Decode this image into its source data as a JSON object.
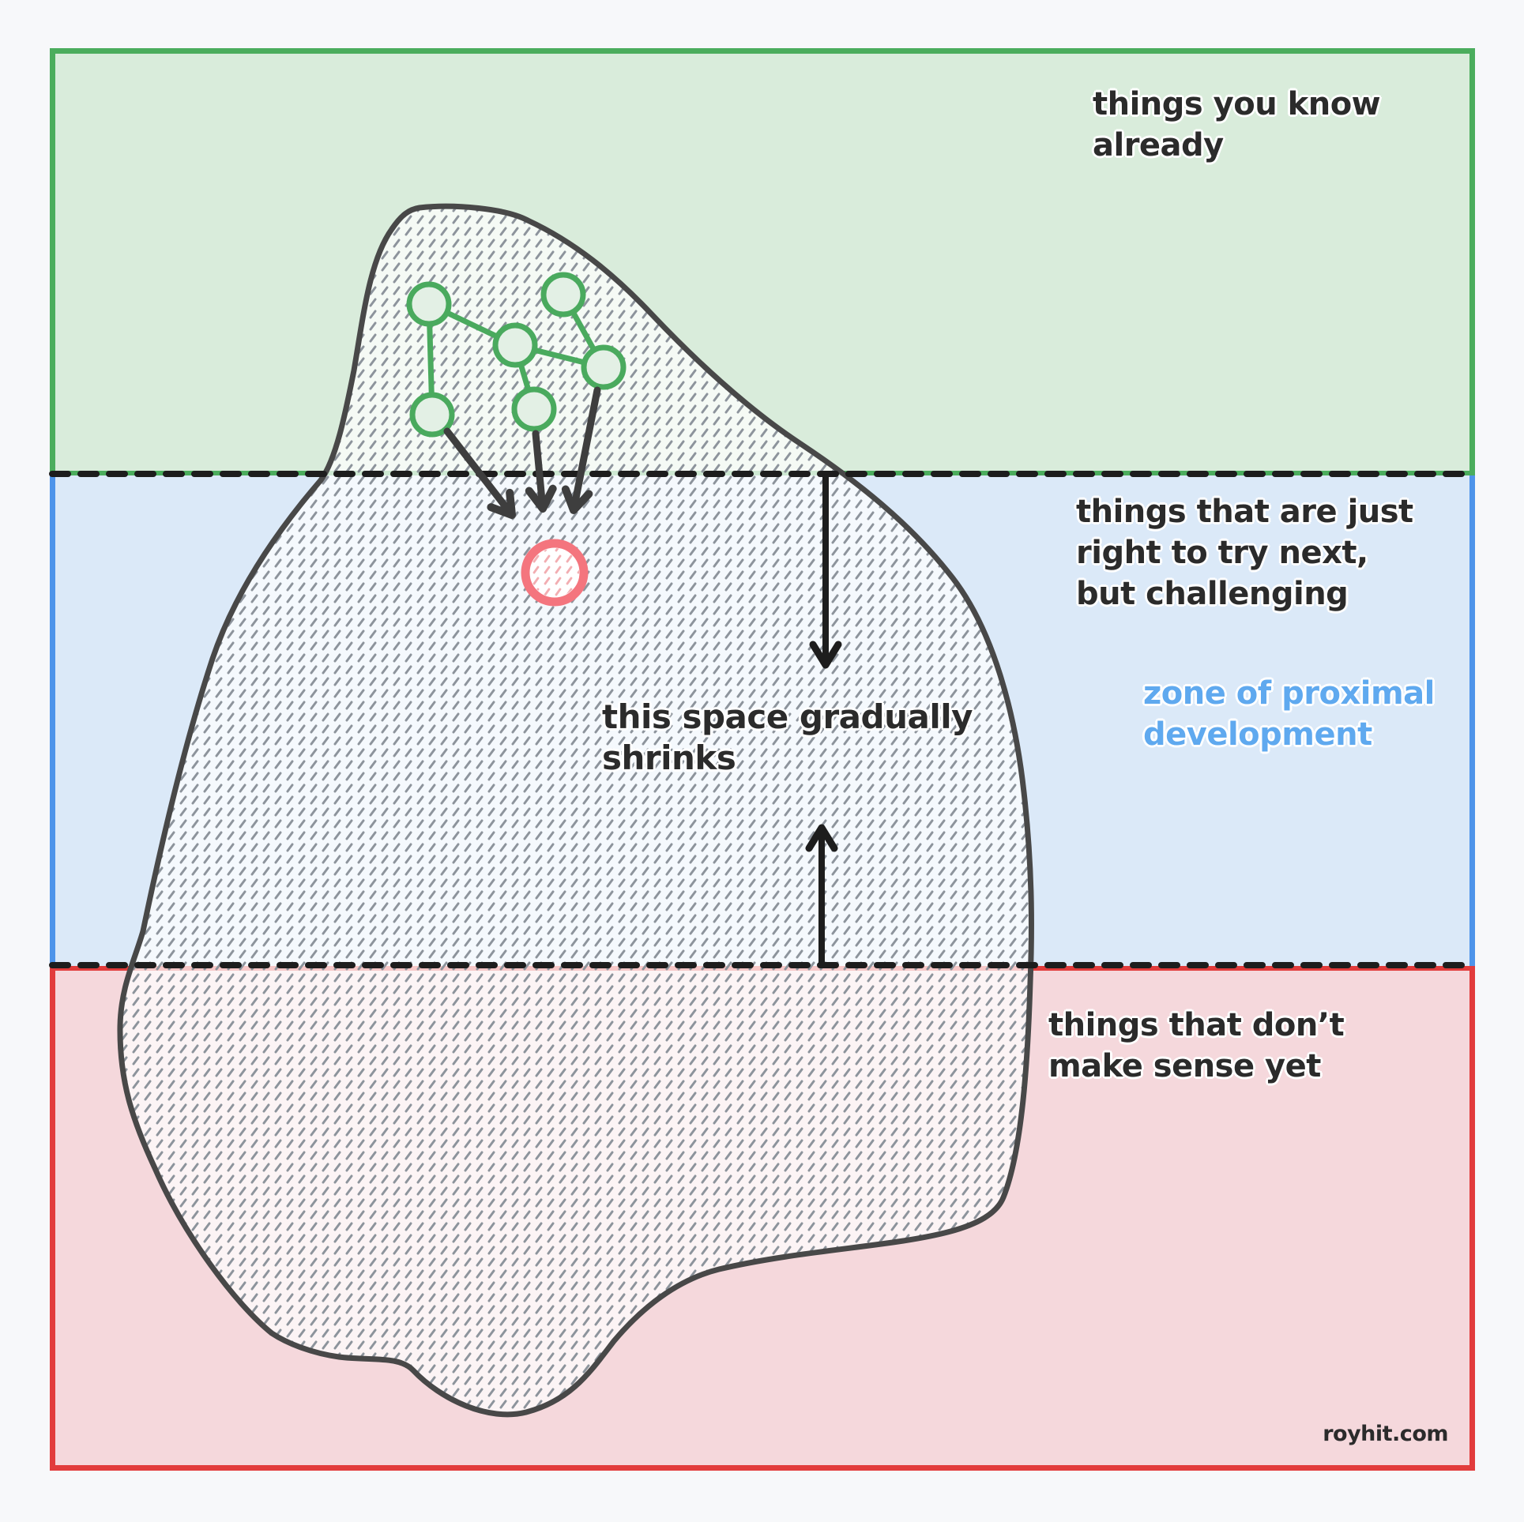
{
  "page": {
    "background": "#f7f8fa",
    "watermark": "royhit.com"
  },
  "bands": {
    "known": {
      "label": "things you know\nalready",
      "fill": "#d9ecdb",
      "border_color": "#4bad5d"
    },
    "zpd": {
      "label": "things that are just\nright to try next,\nbut challenging",
      "name": "zone of proximal\ndevelopment",
      "name_color": "#5fa9ef",
      "fill": "#dbe9f8",
      "border_color": "#4e94ea"
    },
    "unknown": {
      "label": "things that don’t\nmake sense yet",
      "fill": "#f5d8dc",
      "border_color": "#e23c3c"
    }
  },
  "annotations": {
    "shrink_note": "this space gradually\nshrinks"
  },
  "knowledge_blob": {
    "outline_color": "#484848",
    "hatch_color": "#8d949c",
    "known_nodes": {
      "count": 6,
      "color": "#4aaa5e",
      "fill": "#e3f0e5"
    },
    "next_target_node": {
      "color": "#f4757e",
      "hatch_color": "#f2aeb2"
    },
    "learning_arrow_color": "#3e3e3e",
    "boundary_dash_color": "#1d1d1d",
    "shrink_arrow_color": "#1d1d1d"
  }
}
